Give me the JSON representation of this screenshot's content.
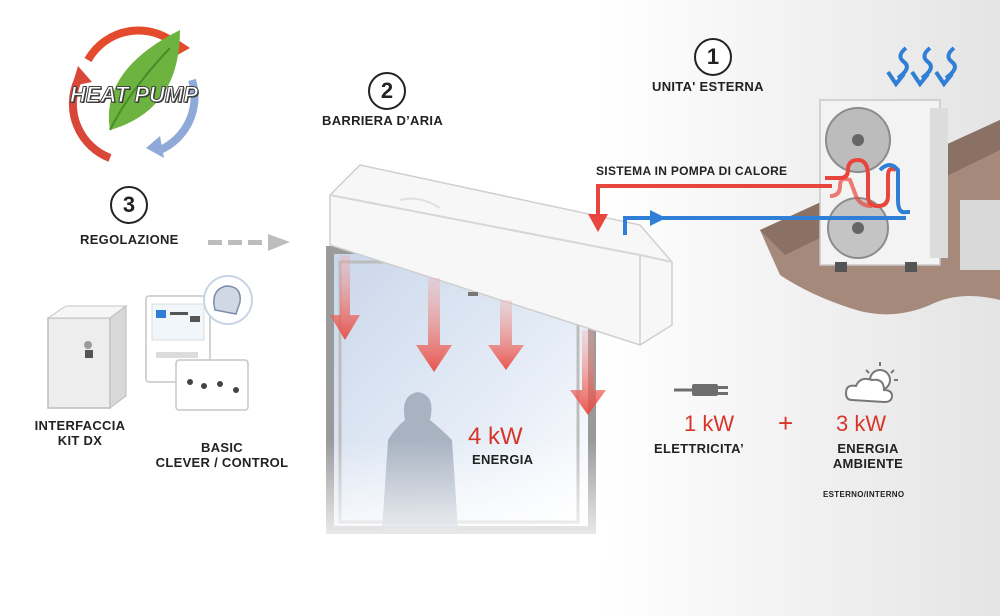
{
  "logo": {
    "text": "HEAT PUMP"
  },
  "steps": [
    {
      "number": "1",
      "label": "UNITA' ESTERNA"
    },
    {
      "number": "2",
      "label": "BARRIERA D’ARIA"
    },
    {
      "number": "3",
      "label": "REGOLAZIONE"
    }
  ],
  "system_label": "SISTEMA IN POMPA DI CALORE",
  "devices": {
    "interface_line1": "INTERFACCIA",
    "interface_line2": "KIT DX",
    "control_line1": "BASIC",
    "control_line2": "CLEVER / CONTROL"
  },
  "energy": {
    "value": "4 kW",
    "label": "ENERGIA"
  },
  "electricity": {
    "value": "1 kW",
    "label": "ELETTRICITA’"
  },
  "plus": "+",
  "ambient": {
    "value": "3 kW",
    "label_line1": "ENERGIA",
    "label_line2": "AMBIENTE",
    "note": "ESTERNO/INTERNO"
  },
  "icons": [
    "heat-pump-logo",
    "plug-icon",
    "sun-cloud-icon",
    "brain-icon",
    "cold-air-arrows-icon"
  ],
  "colors": {
    "hot": "#e8453c",
    "cold": "#2f7fd6",
    "text": "#222222",
    "accent_red": "#d8352a"
  }
}
